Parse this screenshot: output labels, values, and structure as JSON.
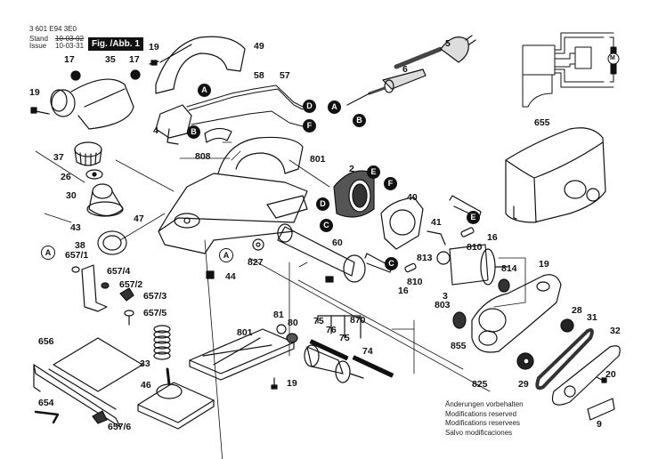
{
  "header": {
    "part_number": "3 601 E94 3E0",
    "stand_label": "Stand",
    "issue_label": "Issue",
    "stand_date": "10-03-02",
    "issue_date": "10-03-31",
    "figure_label": "Fig. /Abb. 1"
  },
  "notes": {
    "line1": "Änderungen vorbehalten",
    "line2": "Modifications reserved",
    "line3": "Modifications reservees",
    "line4": "Salvo modificaciones"
  },
  "connectors": {
    "A": "A",
    "B": "B",
    "C": "C",
    "D": "D",
    "E": "E",
    "F": "F"
  },
  "wiring": {
    "motor_symbol": "M"
  },
  "parts": {
    "p17a": "17",
    "p35": "35",
    "p17b": "17",
    "p19a": "19",
    "p49": "49",
    "p19b": "19",
    "p58": "58",
    "p57": "57",
    "p5": "5",
    "p6": "6",
    "p4": "4",
    "p808": "808",
    "p801a": "801",
    "p37": "37",
    "p26": "26",
    "p30": "30",
    "p47": "47",
    "p43": "43",
    "p38": "38",
    "p2": "2",
    "p40": "40",
    "p41": "41",
    "p16a": "16",
    "p810a": "810",
    "p60": "60",
    "p813": "813",
    "p814": "814",
    "p19c": "19",
    "p827": "827",
    "p44": "44",
    "p16b": "16",
    "p810b": "810",
    "p3": "3",
    "p803": "803",
    "p655": "655",
    "p657_1": "657/1",
    "p657_4": "657/4",
    "p657_2": "657/2",
    "p657_3": "657/3",
    "p657_5": "657/5",
    "p656": "656",
    "p654": "654",
    "p657_6": "657/6",
    "p33": "33",
    "p46": "46",
    "p801b": "801",
    "p81": "81",
    "p80": "80",
    "p19d": "19",
    "p75a": "75",
    "p76": "76",
    "p870": "870",
    "p75b": "75",
    "p74": "74",
    "p28": "28",
    "p31": "31",
    "p32": "32",
    "p855": "855",
    "p825": "825",
    "p29": "29",
    "p20": "20",
    "p9": "9"
  }
}
